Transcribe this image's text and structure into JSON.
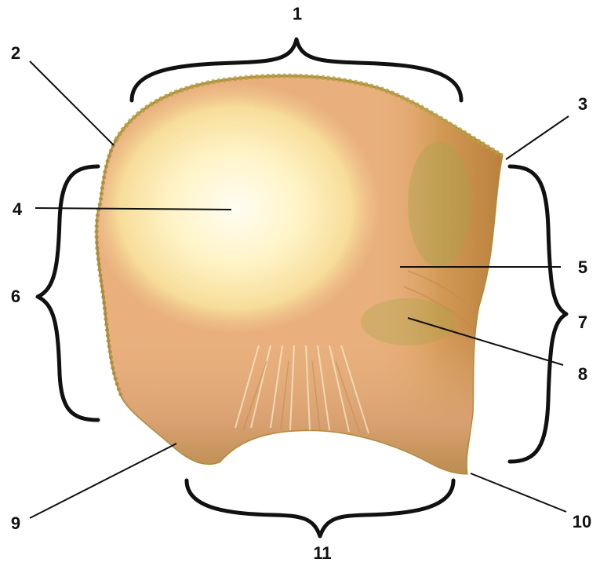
{
  "labels": {
    "l1": "1",
    "l2": "2",
    "l3": "3",
    "l4": "4",
    "l5": "5",
    "l6": "6",
    "l7": "7",
    "l8": "8",
    "l9": "9",
    "l10": "10",
    "l11": "11"
  },
  "colors": {
    "bone_outline": "#b08a3a",
    "bone_base": "#e9b07e",
    "highlight": "#fff7d6",
    "rim_olive": "#b3a246",
    "ink": "#111111"
  }
}
